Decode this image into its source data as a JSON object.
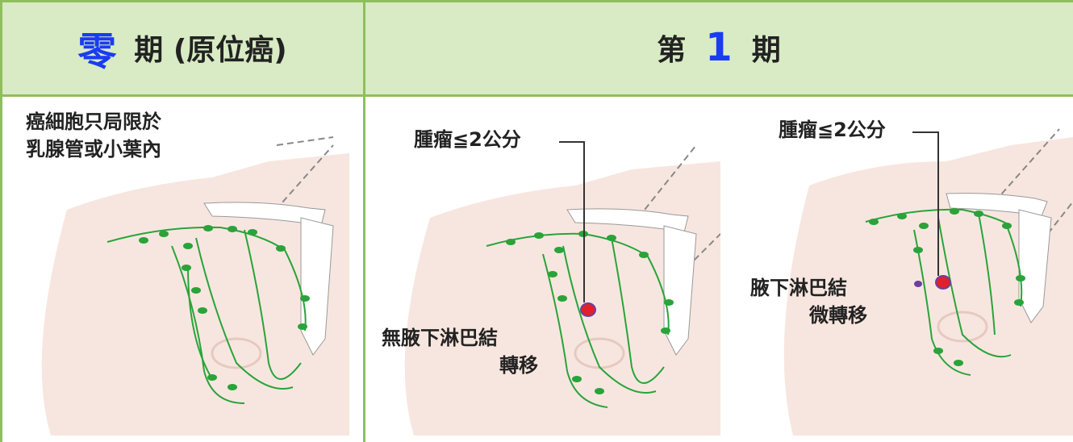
{
  "headers": {
    "stage0": {
      "big": "零",
      "rest": "期 (原位癌)"
    },
    "stage1": {
      "prefix": "第",
      "big": "1",
      "suffix": "期"
    }
  },
  "panels": {
    "p1": {
      "desc_line1": "癌細胞只局限於",
      "desc_line2": "乳腺管或小葉內"
    },
    "p2": {
      "tumor_label": "腫瘤≦2公分",
      "node_line1": "無腋下淋巴結",
      "node_line2": "轉移"
    },
    "p3": {
      "tumor_label": "腫瘤≦2公分",
      "node_line1": "腋下淋巴結",
      "node_line2": "微轉移"
    }
  },
  "colors": {
    "header_bg": "#d8ebc4",
    "border": "#8fbf5c",
    "accent_blue": "#1a3cf0",
    "skin": "#f7e6df",
    "lymph": "#2aa33a",
    "tumor": "#e0202a"
  }
}
